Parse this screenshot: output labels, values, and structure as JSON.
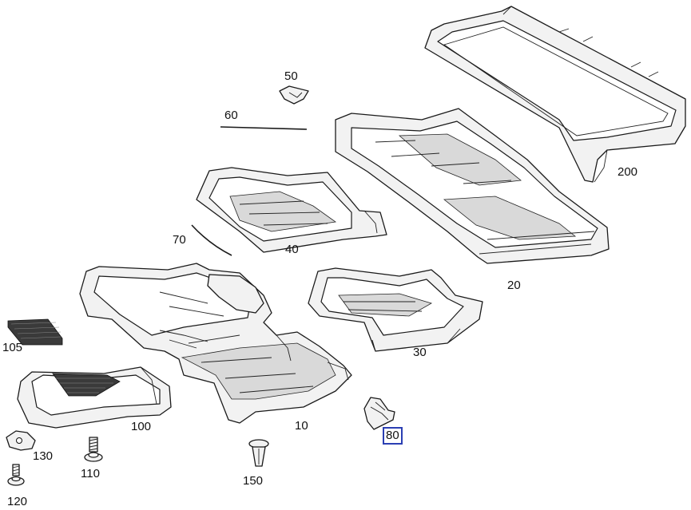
{
  "callouts": [
    {
      "id": "c200",
      "text": "200",
      "part": "rear-backrest-panel",
      "selected": false
    },
    {
      "id": "c50",
      "text": "50",
      "part": "clip",
      "selected": false
    },
    {
      "id": "c60",
      "text": "60",
      "part": "wire-rod",
      "selected": false
    },
    {
      "id": "c40",
      "text": "40",
      "part": "side-backrest-cover",
      "selected": false
    },
    {
      "id": "c20",
      "text": "20",
      "part": "center-backrest-cover",
      "selected": false
    },
    {
      "id": "c70",
      "text": "70",
      "part": "curved-rod",
      "selected": false
    },
    {
      "id": "c30",
      "text": "30",
      "part": "seat-cushion-cover-right",
      "selected": false
    },
    {
      "id": "c105",
      "text": "105",
      "part": "pad",
      "selected": false
    },
    {
      "id": "c100",
      "text": "100",
      "part": "armrest-tray",
      "selected": false
    },
    {
      "id": "c10",
      "text": "10",
      "part": "seat-cushion-frame",
      "selected": false
    },
    {
      "id": "c80",
      "text": "80",
      "part": "bracket",
      "selected": true
    },
    {
      "id": "c130",
      "text": "130",
      "part": "nut-clip",
      "selected": false
    },
    {
      "id": "c110",
      "text": "110",
      "part": "screw",
      "selected": false
    },
    {
      "id": "c150",
      "text": "150",
      "part": "expansion-rivet",
      "selected": false
    },
    {
      "id": "c120",
      "text": "120",
      "part": "screw",
      "selected": false
    }
  ]
}
